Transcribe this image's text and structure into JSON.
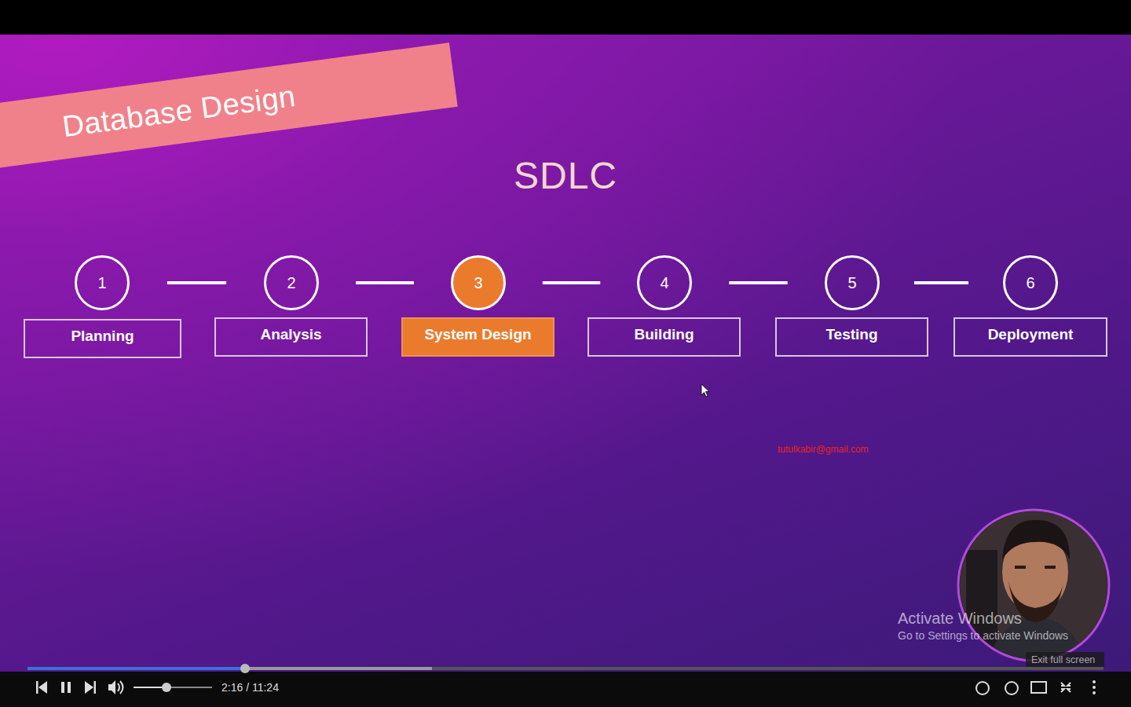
{
  "diagram": {
    "title": "SDLC",
    "nodes": [
      {
        "text": [
          "Database Design"
        ]
      },
      {
        "text": [
          "1"
        ]
      },
      {
        "text": [
          "2"
        ]
      },
      {
        "text": [
          "3"
        ]
      },
      {
        "text": [
          "4"
        ]
      },
      {
        "text": [
          "5"
        ]
      },
      {
        "text": [
          "6"
        ]
      },
      {
        "text": [
          "Planning"
        ]
      },
      {
        "text": [
          "Analysis"
        ]
      },
      {
        "text": [
          "System Design"
        ]
      },
      {
        "text": [
          "Building"
        ]
      },
      {
        "text": [
          "Testing"
        ]
      },
      {
        "text": [
          "Deployment"
        ]
      }
    ],
    "edges": [
      {
        "from": 1,
        "to": 2,
        "arrow": "none"
      },
      {
        "from": 2,
        "to": 3,
        "arrow": "none"
      },
      {
        "from": 3,
        "to": 4,
        "arrow": "none"
      },
      {
        "from": 4,
        "to": 5,
        "arrow": "none"
      },
      {
        "from": 5,
        "to": 6,
        "arrow": "none"
      }
    ],
    "labels": [
      "tutulkabir@gmail.com",
      "Activate Windows",
      "Go to Settings to activate Windows",
      "Exit full screen",
      "2:16 / 11:24"
    ]
  }
}
